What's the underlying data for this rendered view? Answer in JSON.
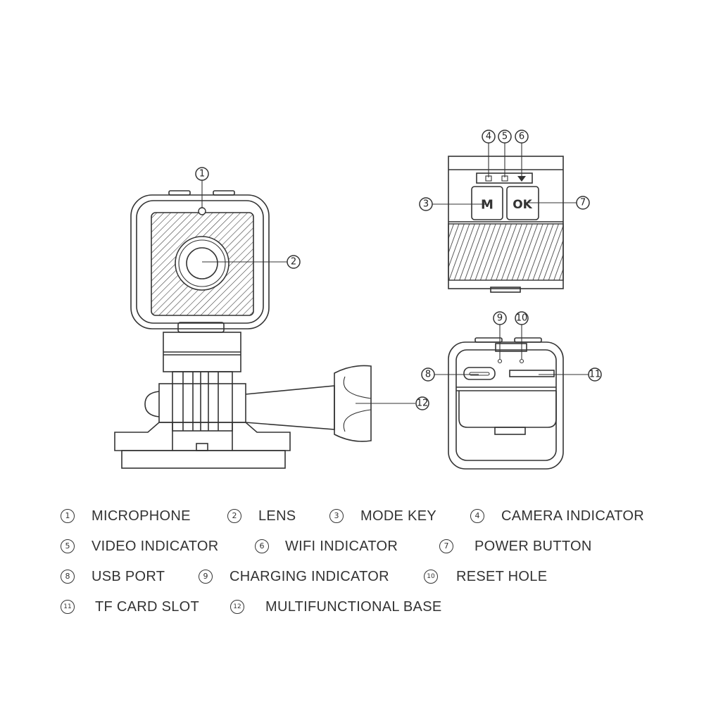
{
  "callouts": {
    "c1": "1",
    "c2": "2",
    "c3": "3",
    "c4": "4",
    "c5": "5",
    "c6": "6",
    "c7": "7",
    "c8": "8",
    "c9": "9",
    "c10": "10",
    "c11": "11",
    "c12": "12"
  },
  "buttons": {
    "mode": "M",
    "ok": "OK"
  },
  "legend": [
    {
      "num": "1",
      "label": "MICROPHONE"
    },
    {
      "num": "2",
      "label": "LENS"
    },
    {
      "num": "3",
      "label": "MODE KEY"
    },
    {
      "num": "4",
      "label": "CAMERA INDICATOR"
    },
    {
      "num": "5",
      "label": "VIDEO INDICATOR"
    },
    {
      "num": "6",
      "label": "WIFI INDICATOR"
    },
    {
      "num": "7",
      "label": "POWER BUTTON"
    },
    {
      "num": "8",
      "label": "USB PORT"
    },
    {
      "num": "9",
      "label": "CHARGING INDICATOR"
    },
    {
      "num": "10",
      "label": "RESET HOLE"
    },
    {
      "num": "11",
      "label": "TF CARD SLOT"
    },
    {
      "num": "12",
      "label": "MULTIFUNCTIONAL BASE"
    }
  ],
  "colors": {
    "line": "#333333",
    "background": "#ffffff"
  }
}
